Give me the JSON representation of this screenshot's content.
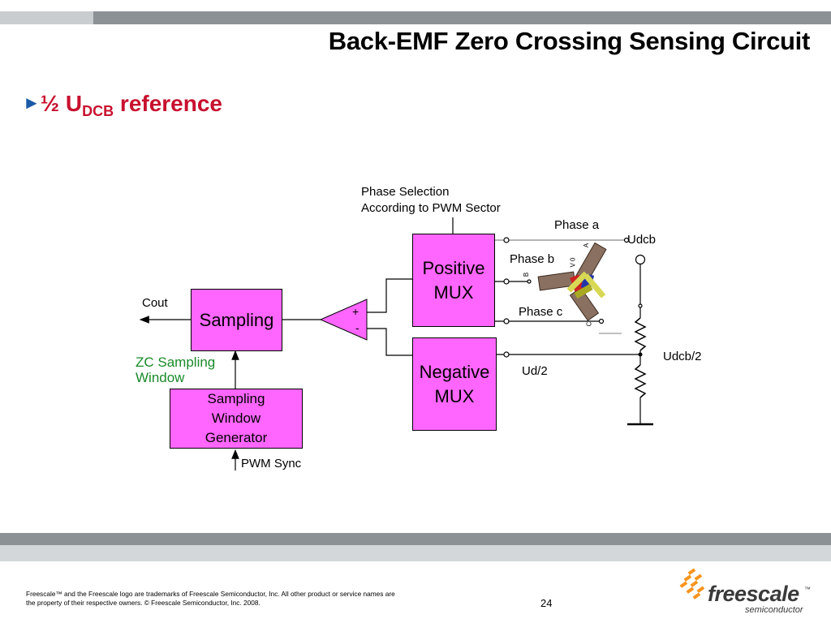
{
  "title": "Back-EMF Zero Crossing Sensing Circuit",
  "bullet": {
    "symbol": "►",
    "text_prefix": "½ U",
    "subscript": "DCB",
    "text_suffix": " reference"
  },
  "diagram": {
    "phase_selection_line1": "Phase Selection",
    "phase_selection_line2": "According to PWM Sector",
    "positive_mux_line1": "Positive",
    "positive_mux_line2": "MUX",
    "negative_mux_line1": "Negative",
    "negative_mux_line2": "MUX",
    "sampling": "Sampling",
    "generator_line1": "Sampling",
    "generator_line2": "Window",
    "generator_line3": "Generator",
    "cout": "Cout",
    "zc_line1": "ZC Sampling",
    "zc_line2": "Window",
    "pwm_sync": "PWM Sync",
    "plus": "+",
    "minus": "-",
    "phase_a": "Phase a",
    "phase_b": "Phase b",
    "phase_c": "Phase c",
    "ud2": "Ud/2",
    "udcb": "Udcb",
    "udcb2": "Udcb/2",
    "motor_label_a": "A",
    "motor_label_b": "B",
    "motor_label_c": "C",
    "motor_label_v0": "V 0"
  },
  "footer": {
    "legal": "Freescale™ and the Freescale logo are trademarks of Freescale Semiconductor, Inc. All other product or service names are\nthe property of their respective owners. © Freescale Semiconductor, Inc. 2008.",
    "page_number": "24",
    "logo_text": "freescale",
    "logo_tm": "™",
    "logo_sub": "semiconductor"
  },
  "colors": {
    "mux_fill": "#ff66ff",
    "title": "#000000",
    "bullet_text": "#c8102e",
    "bullet_arrow": "#1a5aa8",
    "zc_text": "#1a8a2a"
  }
}
